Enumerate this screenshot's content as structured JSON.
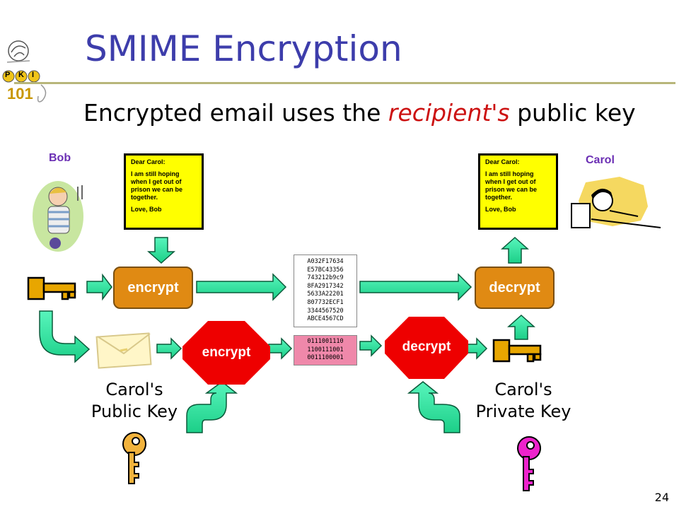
{
  "header": {
    "title": "SMIME Encryption",
    "subtitle_before": "Encrypted email uses the ",
    "subtitle_emphasis": "recipient's",
    "subtitle_after": " public key"
  },
  "people": {
    "sender": "Bob",
    "recipient": "Carol"
  },
  "letter": {
    "greeting": "Dear Carol:",
    "body": "I am still hoping when I get out of prison we can be together.",
    "closing": "Love, Bob"
  },
  "process": {
    "encrypt": "encrypt",
    "decrypt": "decrypt"
  },
  "ciphertext": {
    "hex_lines": [
      "A032F17634",
      "E57BC43356",
      "743212b9c9",
      "8FA2917342",
      "5633A22201",
      "807732ECF1",
      "3344567520",
      "ABCE4567CD"
    ],
    "binary_lines": [
      "0111001110",
      "1100111001",
      "0011100001"
    ]
  },
  "keys": {
    "public_line1": "Carol's",
    "public_line2": "Public Key",
    "private_line1": "Carol's",
    "private_line2": "Private Key"
  },
  "logo": {
    "letters": [
      "P",
      "K",
      "I"
    ],
    "number": "101"
  },
  "footer": {
    "page_number": "24"
  },
  "colors": {
    "title": "#3d3dab",
    "emphasis": "#cc1111",
    "arrow": "#2ee6a0",
    "letter_bg": "#ffff00",
    "process_box": "#e08a13",
    "octagon": "#ee0000",
    "cipher_binary_bg": "#ef88aa",
    "symmetric_key": "#e8a600",
    "public_key": "#f2b33d",
    "private_key": "#ee22cc"
  }
}
